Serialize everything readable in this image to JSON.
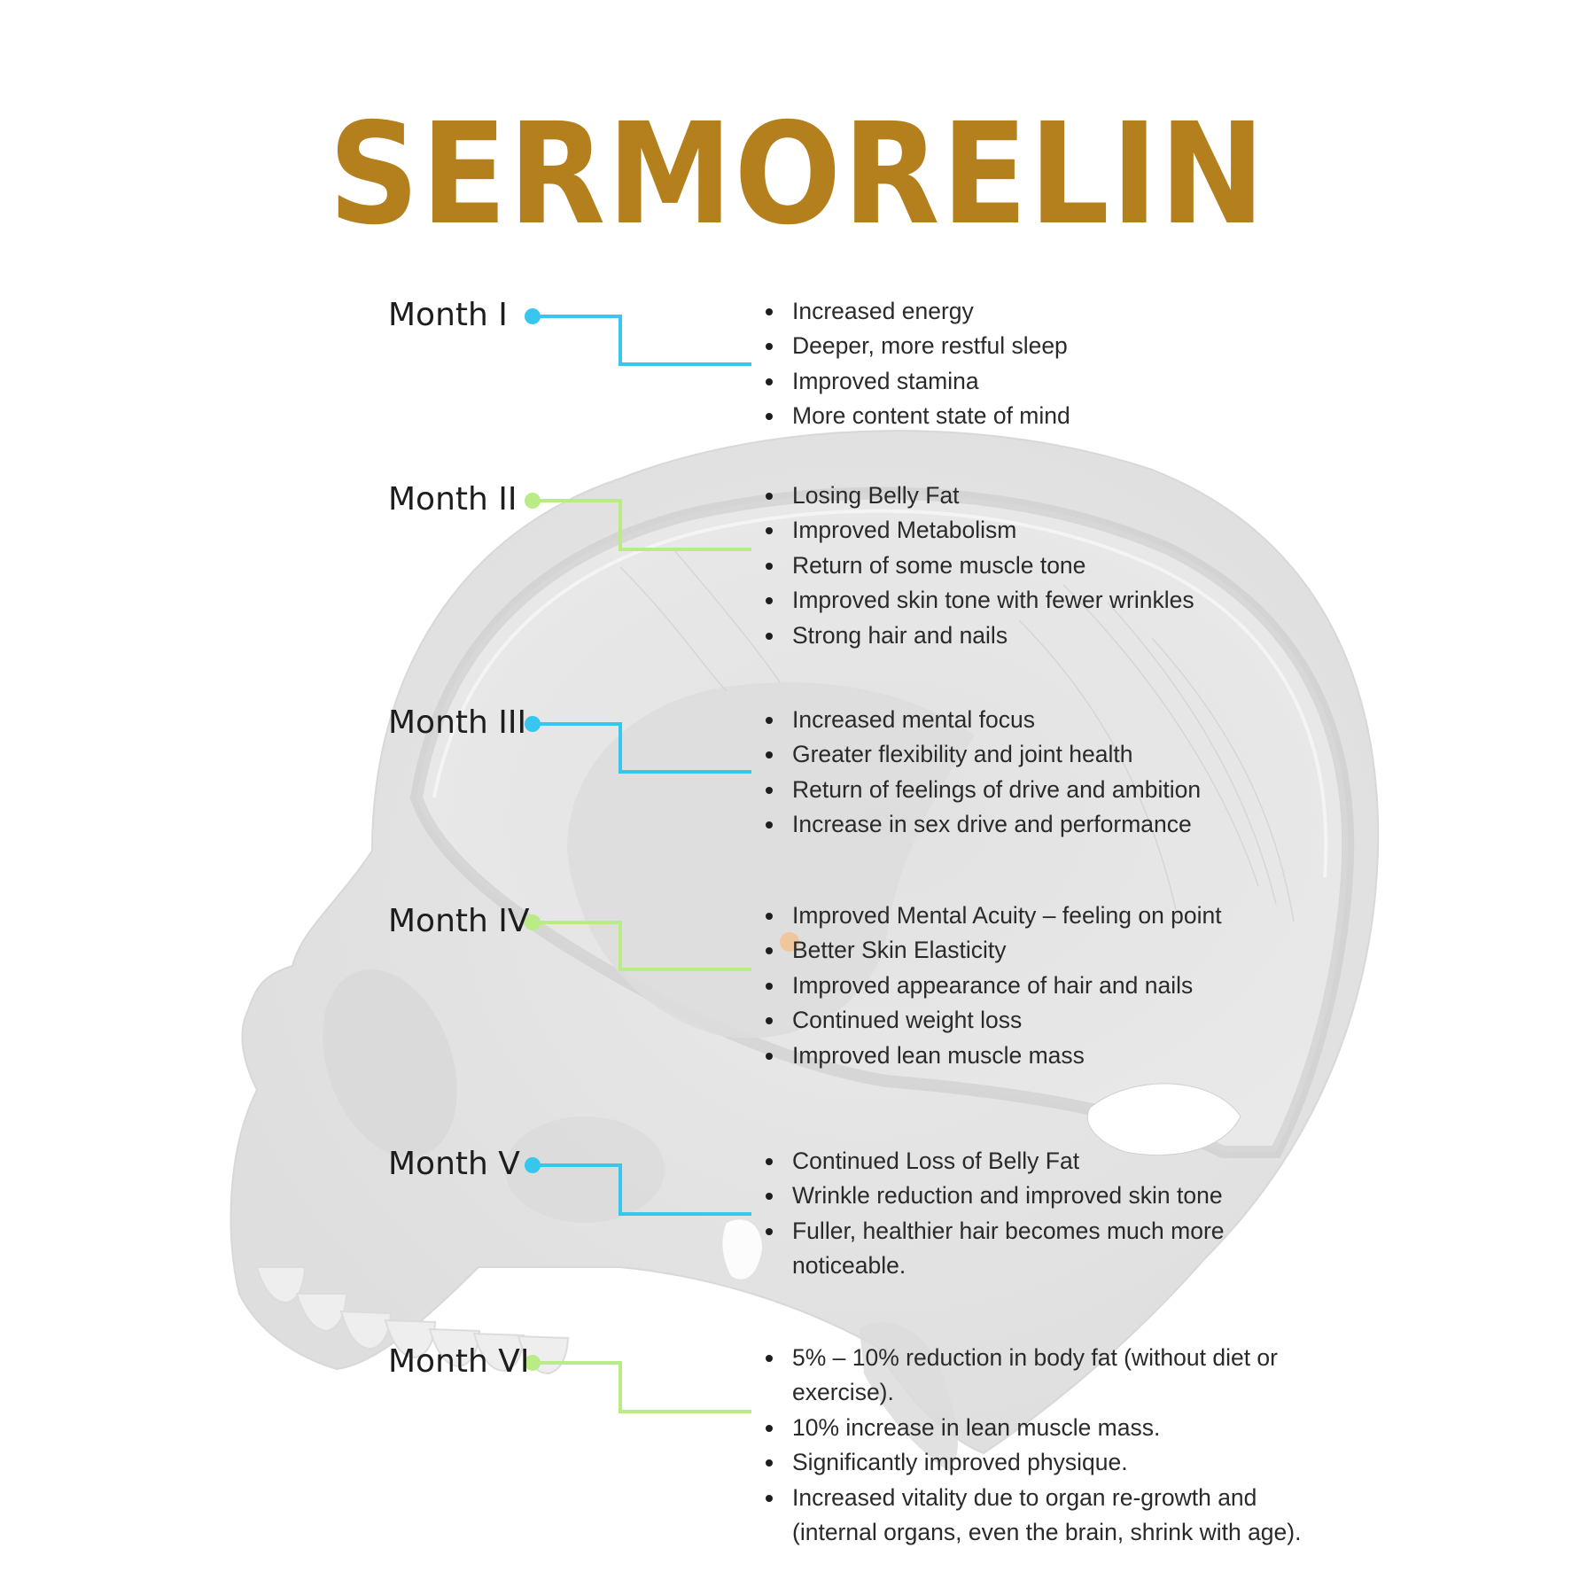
{
  "title": "SERMORELIN",
  "colors": {
    "title": "#B3801D",
    "accent_blue": "#36C6EE",
    "accent_green": "#B9EC86",
    "text": "#2a2a2a",
    "skull_light": "#ececec",
    "skull_mid": "#dcdcdc",
    "skull_dark": "#cfcfcf"
  },
  "months": [
    {
      "label": "Month I",
      "accent": "blue",
      "items": [
        {
          "lines": [
            "Increased energy"
          ]
        },
        {
          "lines": [
            "Deeper, more restful sleep"
          ]
        },
        {
          "lines": [
            "Improved stamina"
          ]
        },
        {
          "lines": [
            "More content state of mind"
          ]
        }
      ]
    },
    {
      "label": "Month II",
      "accent": "green",
      "items": [
        {
          "lines": [
            "Losing Belly Fat"
          ]
        },
        {
          "lines": [
            "Improved Metabolism"
          ]
        },
        {
          "lines": [
            "Return of some muscle tone"
          ]
        },
        {
          "lines": [
            "Improved skin tone with fewer wrinkles"
          ]
        },
        {
          "lines": [
            "Strong hair and nails"
          ]
        }
      ]
    },
    {
      "label": "Month III",
      "accent": "blue",
      "items": [
        {
          "lines": [
            "Increased mental focus"
          ]
        },
        {
          "lines": [
            "Greater flexibility and joint health"
          ]
        },
        {
          "lines": [
            "Return of feelings of drive and ambition"
          ]
        },
        {
          "lines": [
            "Increase in sex drive and performance"
          ]
        }
      ]
    },
    {
      "label": "Month IV",
      "accent": "green",
      "items": [
        {
          "lines": [
            "Improved Mental Acuity – feeling on point"
          ]
        },
        {
          "lines": [
            "Better Skin Elasticity"
          ]
        },
        {
          "lines": [
            "Improved appearance of hair and nails"
          ]
        },
        {
          "lines": [
            "Continued weight loss"
          ]
        },
        {
          "lines": [
            "Improved lean muscle mass"
          ]
        }
      ]
    },
    {
      "label": "Month V",
      "accent": "blue",
      "items": [
        {
          "lines": [
            "Continued Loss of Belly Fat"
          ]
        },
        {
          "lines": [
            "Wrinkle reduction and improved skin tone"
          ]
        },
        {
          "lines": [
            "Fuller, healthier hair becomes much more",
            "noticeable."
          ]
        }
      ]
    },
    {
      "label": "Month VI",
      "accent": "green",
      "items": [
        {
          "lines": [
            "5% – 10% reduction in body fat (without diet or",
            "exercise)."
          ]
        },
        {
          "lines": [
            "10% increase in lean muscle mass."
          ]
        },
        {
          "lines": [
            "Significantly improved physique."
          ]
        },
        {
          "lines": [
            "Increased vitality due to organ re-growth and",
            "(internal organs, even the brain, shrink with age)."
          ]
        }
      ]
    }
  ]
}
